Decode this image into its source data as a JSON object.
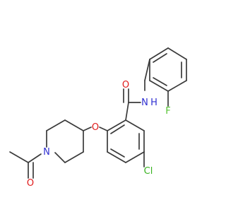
{
  "structure": {
    "atoms": {
      "amide_n": {
        "label": "N",
        "color": "#2f2fd1"
      },
      "amide_h": {
        "label": "H",
        "color": "#2f2fd1"
      },
      "amide_o": {
        "label": "O",
        "color": "#e01a1a"
      },
      "ether_o": {
        "label": "O",
        "color": "#e01a1a"
      },
      "fluorine": {
        "label": "F",
        "color": "#55c431"
      },
      "chlorine": {
        "label": "Cl",
        "color": "#37b21f"
      },
      "piperidine_n": {
        "label": "N",
        "color": "#2f2fd1"
      },
      "acetyl_o": {
        "label": "O",
        "color": "#e01a1a"
      }
    }
  }
}
